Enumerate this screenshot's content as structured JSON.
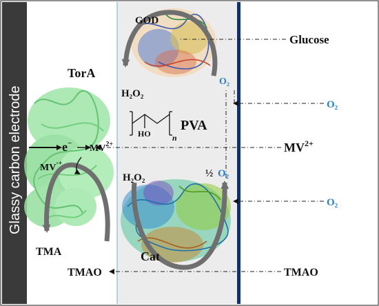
{
  "electrode": {
    "label": "Glassy carbon electrode",
    "color": "#3a3a3a"
  },
  "colors": {
    "film": "#ececec",
    "membrane": "#14306a",
    "enzyme_green": "#7fd88a",
    "arrow_gray": "#6f6f6f",
    "o2_blue": "#2a7fc4"
  },
  "enzymes": {
    "tora": "TorA",
    "god": "GOD",
    "cat": "Cat"
  },
  "film": {
    "polymer": "PVA",
    "ho": "HO",
    "n": "n"
  },
  "species": {
    "h2o2_top": "H₂O₂",
    "h2o2_bottom": "H₂O₂",
    "o2_top": "O₂",
    "half_o2_prefix": "½",
    "half_o2": "O₂",
    "electron": "e",
    "electron_sup": "−",
    "mv_ox_inner": "MV",
    "mv_ox_inner_sup": "2+",
    "mv_red": "MV",
    "mv_red_sup": "·+",
    "tma": "TMA",
    "tmao_inner": "TMAO"
  },
  "solution": {
    "glucose": "Glucose",
    "o2_right_top": "O₂",
    "mv": "MV",
    "mv_sup": "2+",
    "o2_right_bottom": "O₂",
    "tmao": "TMAO"
  }
}
